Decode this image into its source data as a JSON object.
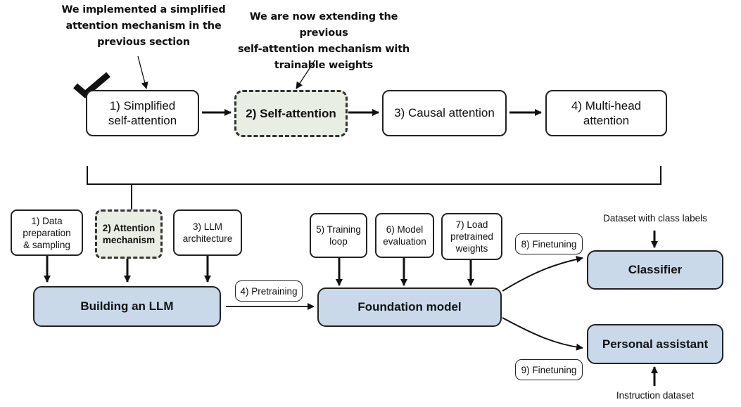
{
  "annotations": {
    "left": "We implemented a simplified\nattention mechanism in the\nprevious section",
    "right": "We are now extending the previous\nself-attention mechanism with\ntrainable weights"
  },
  "top_steps": [
    {
      "label": "1) Simplified\nself-attention"
    },
    {
      "label": "2) Self-attention"
    },
    {
      "label": "3) Causal attention"
    },
    {
      "label": "4) Multi-head\nattention"
    }
  ],
  "stage1_inputs": [
    {
      "label": "1) Data\npreparation\n& sampling"
    },
    {
      "label": "2) Attention\nmechanism"
    },
    {
      "label": "3) LLM\narchitecture"
    }
  ],
  "stage2_inputs": [
    {
      "label": "5) Training\nloop"
    },
    {
      "label": "6) Model\nevaluation"
    },
    {
      "label": "7) Load\npretrained\nweights"
    }
  ],
  "main_blocks": {
    "building": "Building an LLM",
    "foundation": "Foundation model",
    "classifier": "Classifier",
    "assistant": "Personal assistant"
  },
  "edge_labels": {
    "pretraining": "4) Pretraining",
    "finetuning_top": "8) Finetuning",
    "finetuning_bottom": "9) Finetuning"
  },
  "datasets": {
    "class_labels": "Dataset with class labels",
    "instruction": "Instruction dataset"
  },
  "colors": {
    "highlight_fill": "#e9eee4",
    "block_fill": "#c9d9ea",
    "stroke": "#222222"
  },
  "icons": [
    "checkmark-icon"
  ]
}
